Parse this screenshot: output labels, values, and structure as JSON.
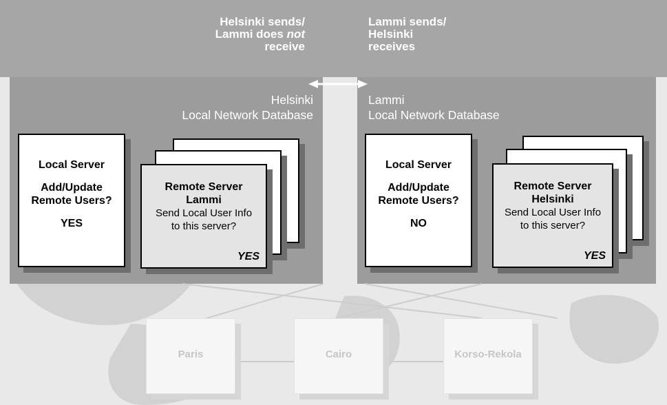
{
  "captions": {
    "left": {
      "line1": "Helsinki sends/",
      "line2_prefix": "Lammi does ",
      "line2_emphasis": "not",
      "line3": "receive"
    },
    "right": {
      "line1": "Lammi sends/",
      "line2": "Helsinki",
      "line3": "receives"
    }
  },
  "helsinki": {
    "title_line1": "Helsinki",
    "title_line2": "Local Network Database",
    "local_server": {
      "heading": "Local Server",
      "question_line1": "Add/Update",
      "question_line2": "Remote Users?",
      "answer": "YES"
    },
    "remote_server": {
      "heading_line1": "Remote Server",
      "heading_line2": "Lammi",
      "prompt_line1": "Send Local User Info",
      "prompt_line2": "to this server?",
      "answer": "YES"
    }
  },
  "lammi": {
    "title_line1": "Lammi",
    "title_line2": "Local Network Database",
    "local_server": {
      "heading": "Local Server",
      "question_line1": "Add/Update",
      "question_line2": "Remote Users?",
      "answer": "NO"
    },
    "remote_server": {
      "heading_line1": "Remote Server",
      "heading_line2": "Helsinki",
      "prompt_line1": "Send Local User Info",
      "prompt_line2": "to this server?",
      "answer": "YES"
    }
  },
  "locations": [
    "Paris",
    "Cairo",
    "Korso-Rekola"
  ],
  "colors": {
    "background": "#e9e9e9",
    "top_band": "#a6a6a6",
    "panel": "#9c9c9c",
    "card_shadow": "#6e6e6e",
    "remote_card": "#e4e4e4",
    "map_land": "#d2d2d2",
    "link_lines": "#cdcdcd"
  },
  "icons": [
    "world-map-background",
    "double-arrow-icon"
  ]
}
